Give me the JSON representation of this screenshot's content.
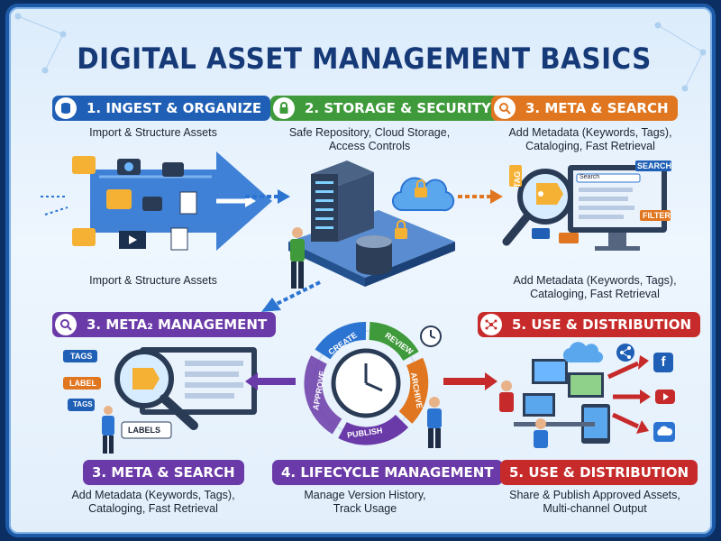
{
  "title": "DIGITAL ASSET MANAGEMENT BASICS",
  "sections": {
    "ingest": {
      "label": "1. INGEST & ORGANIZE",
      "desc_top": "Import & Structure Assets",
      "desc_bottom": "Import & Structure Assets",
      "color": "#1f5fb5"
    },
    "storage": {
      "label": "2. STORAGE & SECURITY",
      "desc": "Safe Repository, Cloud Storage, Access Controls",
      "desc_l1": "Safe Repository, Cloud Storage,",
      "desc_l2": "Access Controls",
      "color": "#3e9a3a"
    },
    "meta_top": {
      "label": "3. META & SEARCH",
      "desc_top_l1": "Add Metadata (Keywords, Tags),",
      "desc_top_l2": "Cataloging, Fast Retrieval",
      "desc_bottom_l1": "Add Metadata (Keywords, Tags),",
      "desc_bottom_l2": "Cataloging, Fast Retrieval",
      "color": "#e0761f"
    },
    "meta_mgmt": {
      "label": "3. META₂ MANAGEMENT",
      "color": "#6a3aa8"
    },
    "use_top": {
      "label": "5. USE & DISTRIBUTION",
      "color": "#c72a2a"
    },
    "meta_bottom": {
      "label": "3. META & SEARCH",
      "desc_l1": "Add Metadata (Keywords, Tags),",
      "desc_l2": "Cataloging, Fast Retrieval",
      "color": "#6a3aa8"
    },
    "lifecycle": {
      "label": "4. LIFECYCLE MANAGEMENT",
      "desc_l1": "Manage Version History,",
      "desc_l2": "Track Usage",
      "color": "#6a3aa8"
    },
    "use_bottom": {
      "label": "5. USE & DISTRIBUTION",
      "desc_l1": "Share & Publish Approved Assets,",
      "desc_l2": "Multi-channel Output",
      "color": "#c72a2a"
    }
  },
  "cycle": {
    "create": "CREATE",
    "review": "REVIEW",
    "archive": "ARCHIVE",
    "publish": "PUBLISH",
    "approve": "APPROVE"
  },
  "tags": {
    "tag": "TAG",
    "label": "LABEL",
    "tags": "TAGS",
    "labels": "LABELS",
    "search": "SEARCH",
    "filter": "FILTER",
    "search_bar": "Search"
  },
  "icons": [
    "database-icon",
    "lock-icon",
    "search-icon",
    "magnifier-icon",
    "network-icon",
    "facebook-icon",
    "youtube-icon",
    "cloud-icon",
    "share-icon"
  ]
}
